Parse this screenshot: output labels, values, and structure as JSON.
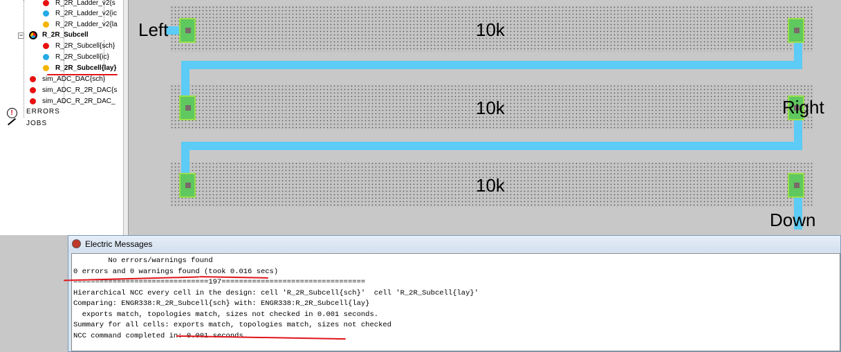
{
  "tree": {
    "items": [
      {
        "label": "R_2R_Ladder_v2{s",
        "color": "#e81010"
      },
      {
        "label": "R_2R_Ladder_v2{ic",
        "color": "#22aae8"
      },
      {
        "label": "R_2R_Ladder_v2{la",
        "color": "#f4b400"
      },
      {
        "label": "R_2R_Subcell",
        "group": true
      },
      {
        "label": "R_2R_Subcell{sch}",
        "color": "#e81010"
      },
      {
        "label": "R_2R_Subcell{ic}",
        "color": "#22aae8"
      },
      {
        "label": "R_2R_Subcell{lay}",
        "color": "#f4b400",
        "selected": true
      },
      {
        "label": "sim_ADC_DAC{sch}",
        "color": "#e81010"
      },
      {
        "label": "sim_ADC_R_2R_DAC{s",
        "color": "#e81010"
      },
      {
        "label": "sim_ADC_R_2R_DAC_",
        "color": "#e81010"
      }
    ],
    "errors": "ERRORS",
    "jobs": "JOBS"
  },
  "layout": {
    "resistors": [
      "10k",
      "10k",
      "10k"
    ],
    "exports": {
      "left": "Left",
      "right": "Right",
      "down": "Down"
    }
  },
  "messages": {
    "title": "Electric Messages",
    "lines": [
      "        No errors/warnings found",
      "0 errors and 0 warnings found (took 0.016 secs)",
      "===============================197=================================",
      "Hierarchical NCC every cell in the design: cell 'R_2R_Subcell{sch}'  cell 'R_2R_Subcell{lay}'",
      "Comparing: ENGR338:R_2R_Subcell{sch} with: ENGR338:R_2R_Subcell{lay}",
      "  exports match, topologies match, sizes not checked in 0.001 seconds.",
      "Summary for all cells: exports match, topologies match, sizes not checked",
      "NCC command completed in: 0.001 seconds."
    ]
  }
}
